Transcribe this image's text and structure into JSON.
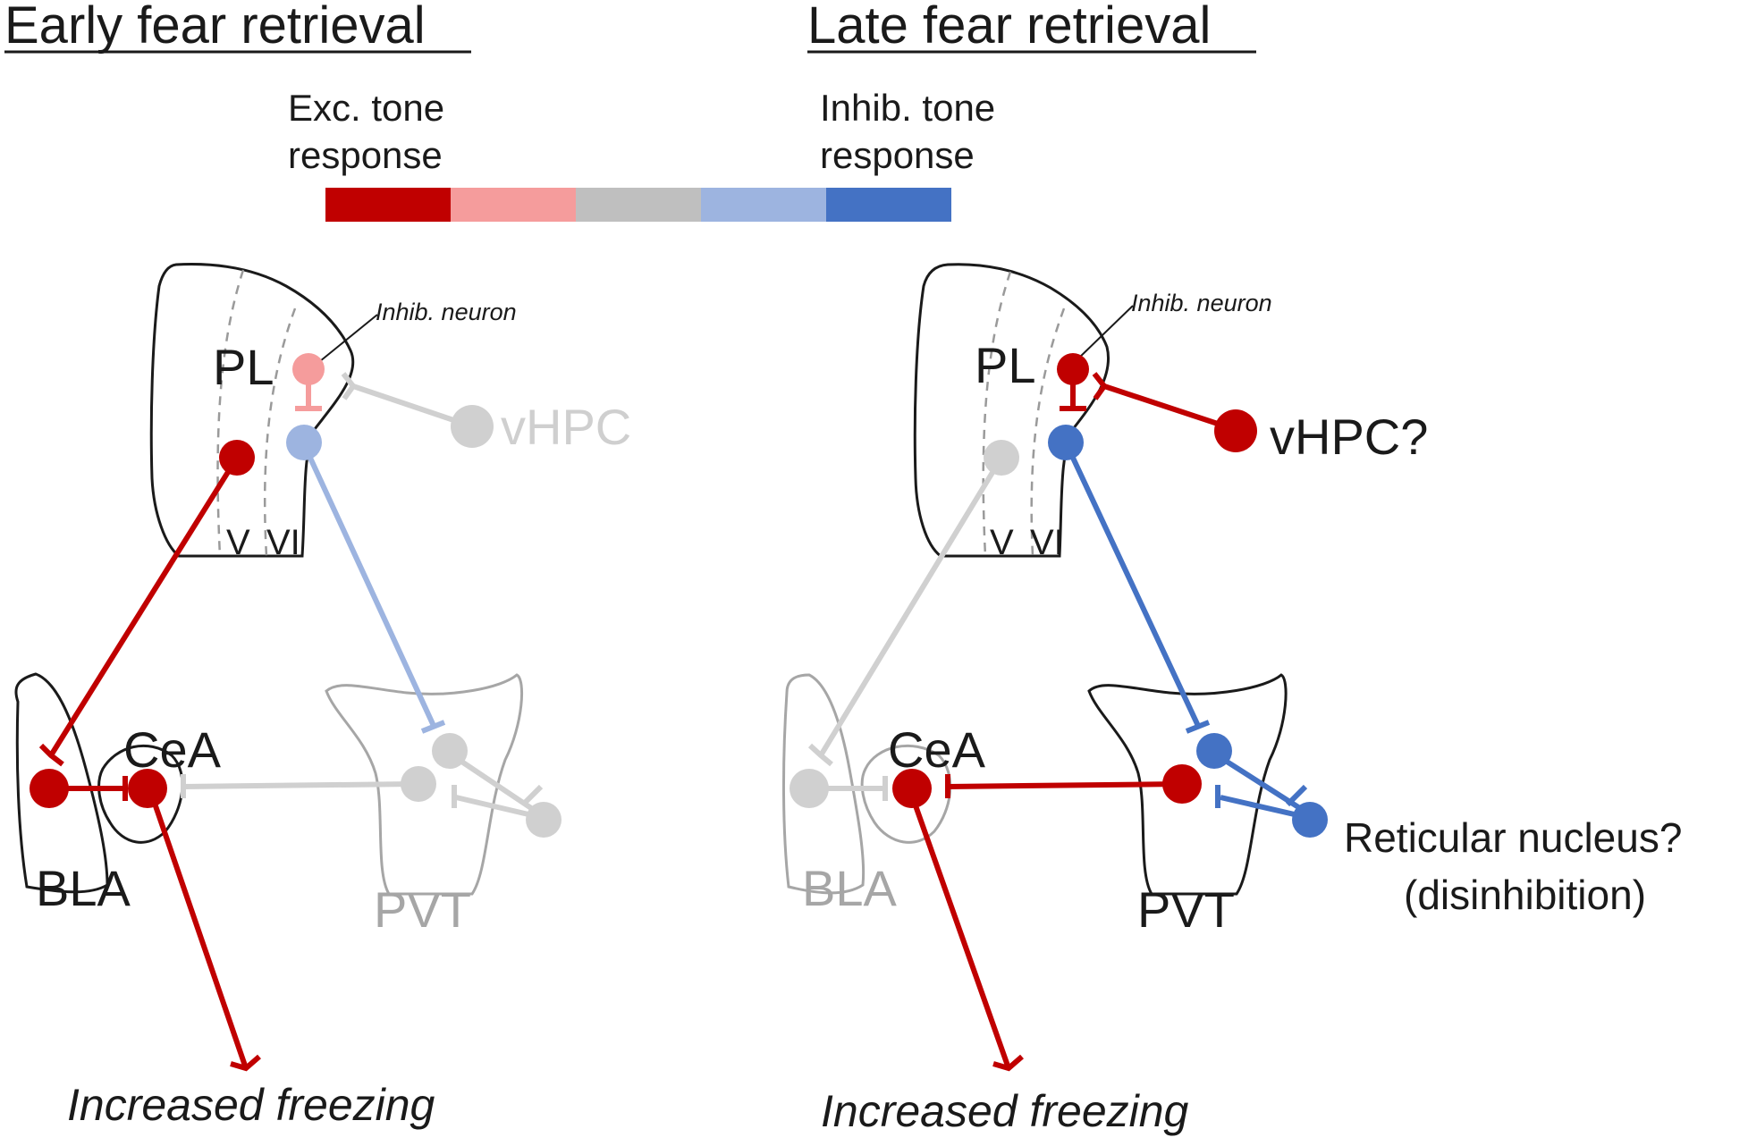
{
  "colors": {
    "exc_strong": "#c00000",
    "exc_weak": "#f59c9c",
    "neutral": "#bfbfbf",
    "inh_weak": "#9db4e0",
    "inh_strong": "#4472c4",
    "inactive": "#d0d0d0",
    "outline": "#1a1a1a",
    "outline_faded": "#a6a6a6"
  },
  "legend": {
    "exc_label_1": "Exc. tone",
    "exc_label_2": "response",
    "inh_label_1": "Inhib. tone",
    "inh_label_2": "response",
    "scale_colors": [
      "#c00000",
      "#f59c9c",
      "#bfbfbf",
      "#9db4e0",
      "#4472c4"
    ]
  },
  "left_panel": {
    "title": "Early fear retrieval",
    "pl": "PL",
    "layer_v": "V",
    "layer_vi": "VI",
    "inhib_neuron": "Inhib. neuron",
    "vhpc": "vHPC",
    "cea": "CeA",
    "bla": "BLA",
    "pvt": "PVT",
    "output": "Increased freezing"
  },
  "right_panel": {
    "title": "Late fear retrieval",
    "pl": "PL",
    "layer_v": "V",
    "layer_vi": "VI",
    "inhib_neuron": "Inhib. neuron",
    "vhpc": "vHPC?",
    "cea": "CeA",
    "bla": "BLA",
    "pvt": "PVT",
    "reticular_1": "Reticular nucleus?",
    "reticular_2": "(disinhibition)",
    "output": "Increased freezing"
  }
}
